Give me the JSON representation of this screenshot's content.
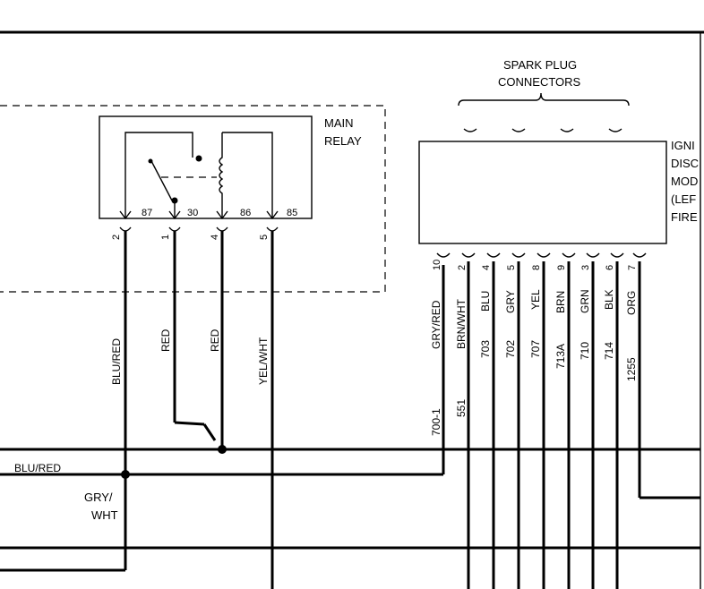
{
  "main_relay": {
    "label_line1": "MAIN",
    "label_line2": "RELAY",
    "terminals": [
      "87",
      "30",
      "86",
      "85"
    ],
    "pins": [
      "2",
      "1",
      "4",
      "5"
    ],
    "wire_colors": [
      "BLU/RED",
      "RED",
      "RED",
      "YEL/WHT"
    ]
  },
  "spark_plug": {
    "line1": "SPARK PLUG",
    "line2": "CONNECTORS"
  },
  "ignition_module": {
    "lines": [
      "IGNI",
      "DISC",
      "MOD",
      "(LEF",
      "FIRE"
    ]
  },
  "module_pins": [
    "10",
    "2",
    "4",
    "5",
    "8",
    "9",
    "3",
    "6",
    "7"
  ],
  "module_wire_colors": [
    "GRY/RED",
    "BRN/WHT",
    "BLU",
    "GRY",
    "YEL",
    "BRN",
    "GRN",
    "BLK",
    "ORG"
  ],
  "module_circuits": [
    "700-1",
    "551",
    "703",
    "702",
    "707",
    "713A",
    "710",
    "714",
    "1255"
  ],
  "left_labels": {
    "blu_red": "BLU/RED",
    "gry_line1": "GRY/",
    "gry_line2": "WHT"
  }
}
